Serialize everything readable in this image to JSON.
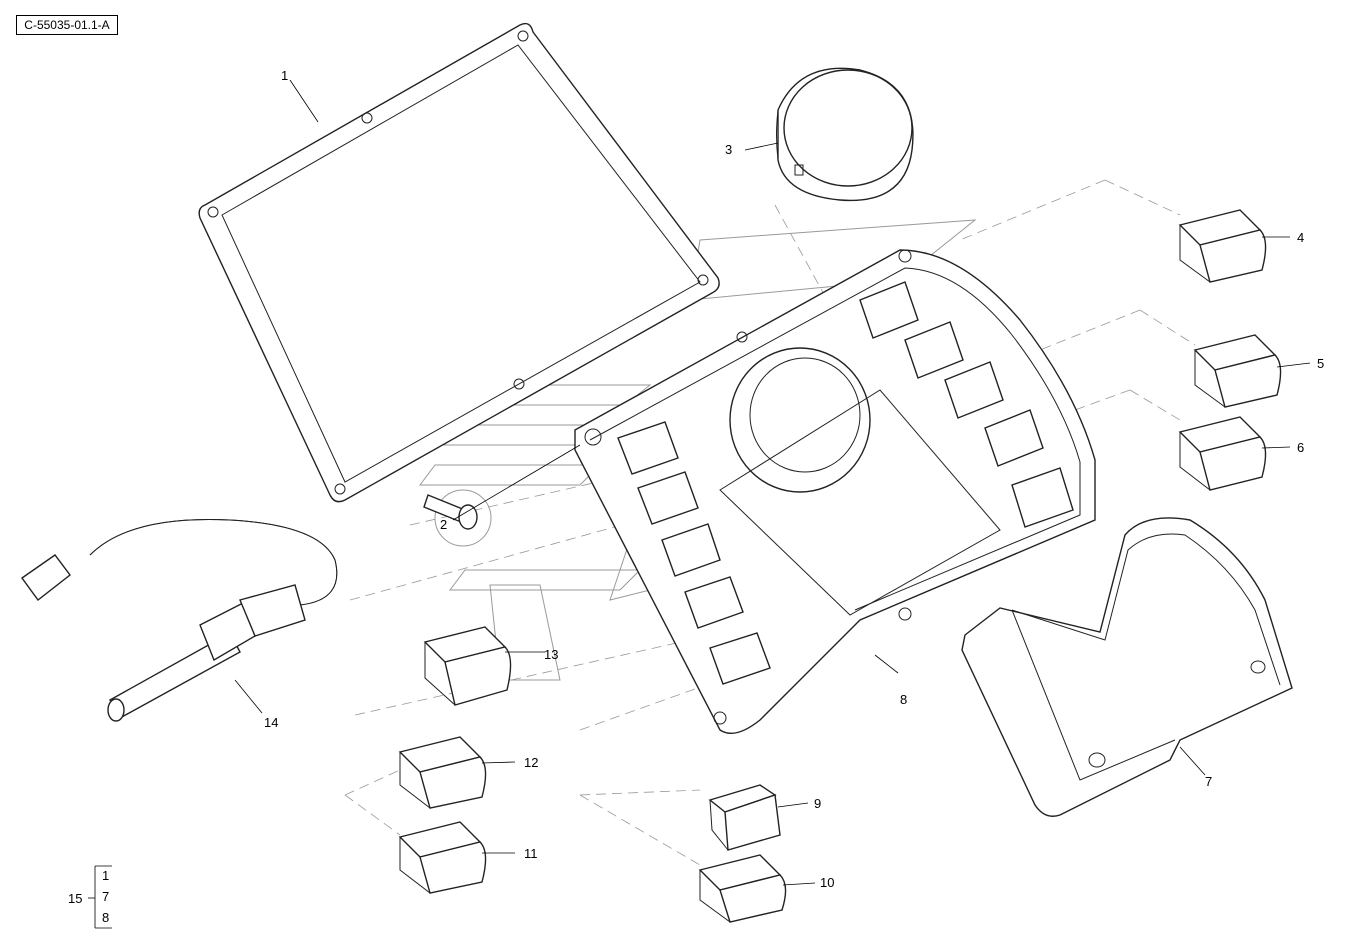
{
  "reference_code": "C-55035-01.1-A",
  "callouts": [
    {
      "id": "1",
      "label": "1"
    },
    {
      "id": "2",
      "label": "2"
    },
    {
      "id": "3",
      "label": "3"
    },
    {
      "id": "4",
      "label": "4"
    },
    {
      "id": "5",
      "label": "5"
    },
    {
      "id": "6",
      "label": "6"
    },
    {
      "id": "7",
      "label": "7"
    },
    {
      "id": "8",
      "label": "8"
    },
    {
      "id": "9",
      "label": "9"
    },
    {
      "id": "10",
      "label": "10"
    },
    {
      "id": "11",
      "label": "11"
    },
    {
      "id": "12",
      "label": "12"
    },
    {
      "id": "13",
      "label": "13"
    },
    {
      "id": "14",
      "label": "14"
    }
  ],
  "kit": {
    "label": "15",
    "items": [
      "1",
      "7",
      "8"
    ]
  }
}
